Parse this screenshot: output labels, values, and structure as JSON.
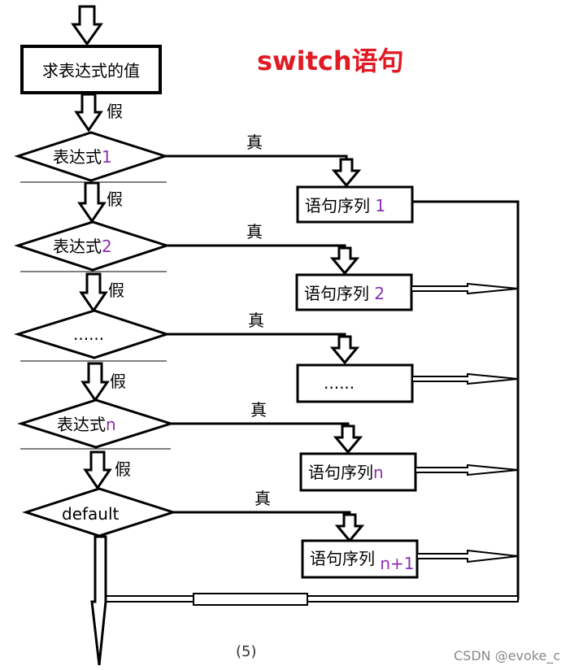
{
  "title": "switch语句",
  "start_box": "求表达式的值",
  "false_label": "假",
  "true_label": "真",
  "conditions": [
    {
      "main": "表达式",
      "suffix": "1"
    },
    {
      "main": "表达式",
      "suffix": "2"
    },
    {
      "main": "......",
      "suffix": ""
    },
    {
      "main": "表达式",
      "suffix": "n"
    },
    {
      "main": "default",
      "suffix": ""
    }
  ],
  "statements": [
    {
      "main": "语句序列 ",
      "suffix": "1"
    },
    {
      "main": "语句序列 ",
      "suffix": "2"
    },
    {
      "main": "......",
      "suffix": ""
    },
    {
      "main": "语句序列",
      "suffix": "n"
    },
    {
      "main": "语句序列 ",
      "suffix": "n+1"
    }
  ],
  "caption": "(5)",
  "watermark": "CSDN @evoke_c",
  "colors": {
    "title": "#e01b24",
    "accent_text": "#8b2fb1",
    "lines": "#000000"
  }
}
